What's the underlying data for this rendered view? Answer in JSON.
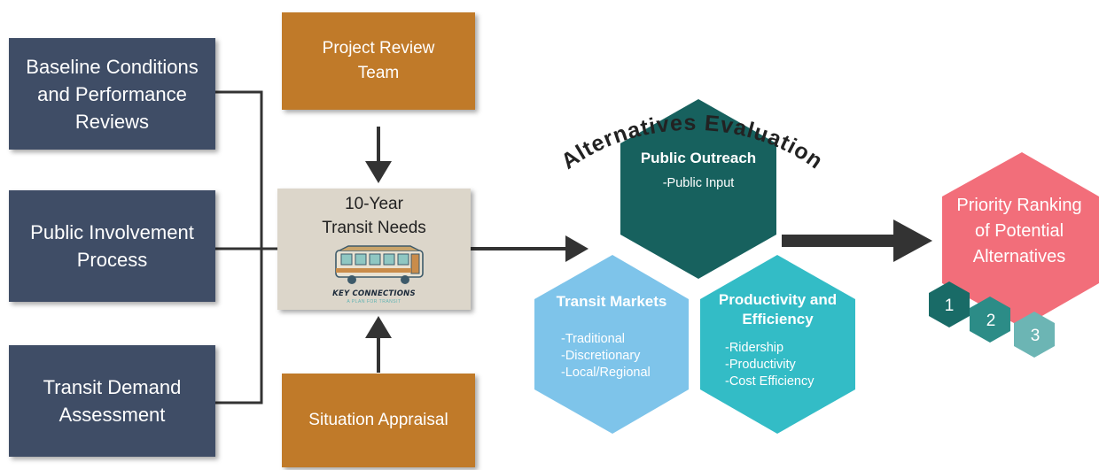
{
  "left_boxes": [
    {
      "label": "Baseline Conditions\nand Performance\nReviews"
    },
    {
      "label": "Public Involvement\nProcess"
    },
    {
      "label": "Transit Demand\nAssessment"
    }
  ],
  "top_box": {
    "label": "Project Review\nTeam"
  },
  "bottom_box": {
    "label": "Situation Appraisal"
  },
  "center_box": {
    "title": "10-Year\nTransit Needs",
    "logo_text": "KEY CONNECTIONS",
    "logo_subtext": "A PLAN FOR TRANSIT"
  },
  "evaluation": {
    "arc_title": "Alternatives Evaluation",
    "public_outreach": {
      "title": "Public Outreach",
      "items": [
        "-Public Input"
      ]
    },
    "transit_markets": {
      "title": "Transit Markets",
      "items": [
        "-Traditional",
        "-Discretionary",
        "-Local/Regional"
      ]
    },
    "productivity": {
      "title": "Productivity and\nEfficiency",
      "items": [
        "-Ridership",
        "-Productivity",
        "-Cost Efficiency"
      ]
    }
  },
  "priority": {
    "label": "Priority Ranking\nof Potential\nAlternatives",
    "ranks": [
      "1",
      "2",
      "3"
    ]
  },
  "colors": {
    "navy": "#3f4d66",
    "orange": "#c07a29",
    "dark_teal": "#17615e",
    "light_blue": "#7ec4ea",
    "teal": "#33bcc6",
    "pink": "#f26e7a",
    "rank1": "#196b67",
    "rank2": "#2c8c87",
    "rank3": "#6cb5b4"
  }
}
